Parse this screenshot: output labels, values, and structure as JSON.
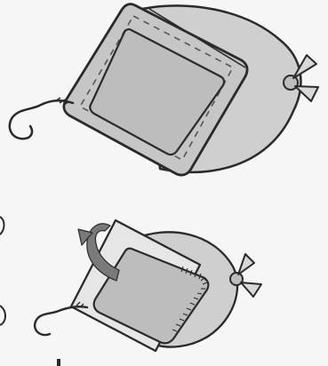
{
  "illustration": {
    "panels": [
      {
        "name": "bag-with-frame",
        "step": "top"
      },
      {
        "name": "bag-with-frame-rotated",
        "step": "bottom"
      }
    ],
    "colors": {
      "background": "#f6f6f6",
      "bag_fill": "#cfcfcf",
      "frame_fill": "#c6c6c6",
      "inner_panel_fill": "#bdbdbd",
      "outline": "#2a2a2a",
      "arrow_fill": "#7a7a7a",
      "dash_color": "#555555"
    },
    "icons": [
      "hook-icon",
      "bow-tie-icon",
      "rotate-arrow-icon"
    ]
  }
}
